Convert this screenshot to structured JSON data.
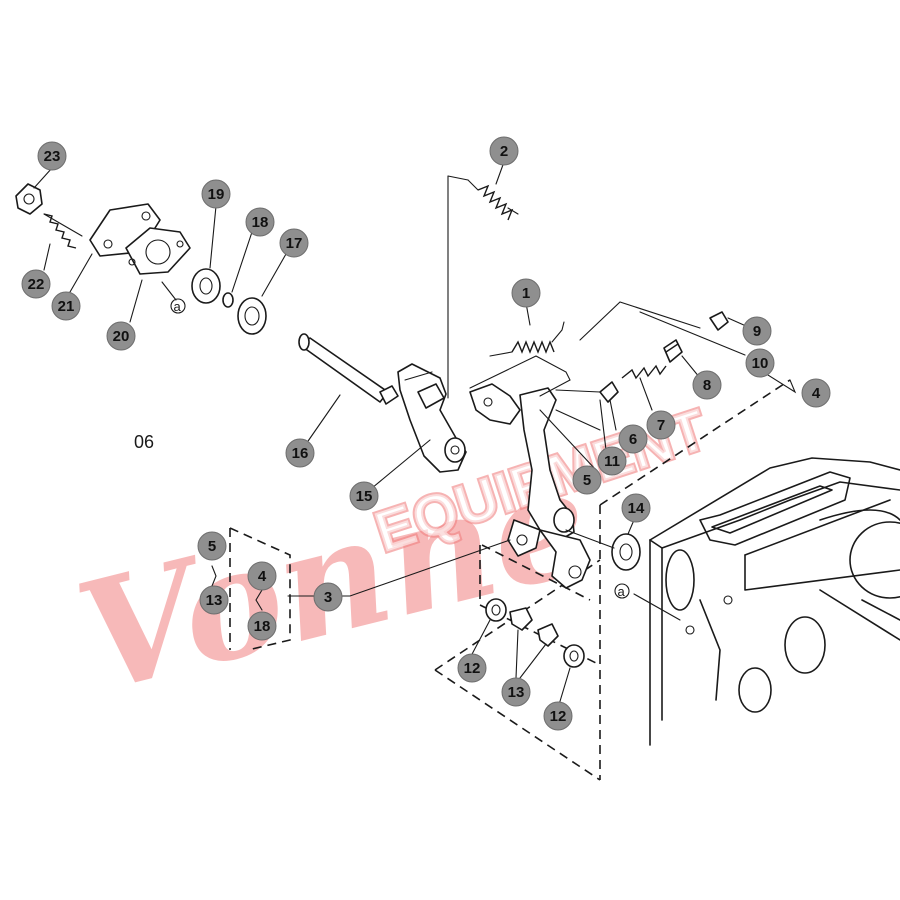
{
  "figure_code": "06",
  "watermark": {
    "script_text": "Vonne",
    "block_text": "EQUIPMENT",
    "color": "#f08080"
  },
  "reference_marks": {
    "symbol": "a"
  },
  "callouts": [
    {
      "id": "c1",
      "label": "1"
    },
    {
      "id": "c2",
      "label": "2"
    },
    {
      "id": "c3",
      "label": "3"
    },
    {
      "id": "c4",
      "label": "4"
    },
    {
      "id": "c4b",
      "label": "4"
    },
    {
      "id": "c5",
      "label": "5"
    },
    {
      "id": "c5b",
      "label": "5"
    },
    {
      "id": "c6",
      "label": "6"
    },
    {
      "id": "c7",
      "label": "7"
    },
    {
      "id": "c8",
      "label": "8"
    },
    {
      "id": "c9",
      "label": "9"
    },
    {
      "id": "c10",
      "label": "10"
    },
    {
      "id": "c11",
      "label": "11"
    },
    {
      "id": "c12",
      "label": "12"
    },
    {
      "id": "c12b",
      "label": "12"
    },
    {
      "id": "c13",
      "label": "13"
    },
    {
      "id": "c13b",
      "label": "13"
    },
    {
      "id": "c14",
      "label": "14"
    },
    {
      "id": "c15",
      "label": "15"
    },
    {
      "id": "c16",
      "label": "16"
    },
    {
      "id": "c17",
      "label": "17"
    },
    {
      "id": "c18",
      "label": "18"
    },
    {
      "id": "c18b",
      "label": "18"
    },
    {
      "id": "c19",
      "label": "19"
    },
    {
      "id": "c20",
      "label": "20"
    },
    {
      "id": "c21",
      "label": "21"
    },
    {
      "id": "c22",
      "label": "22"
    },
    {
      "id": "c23",
      "label": "23"
    }
  ]
}
